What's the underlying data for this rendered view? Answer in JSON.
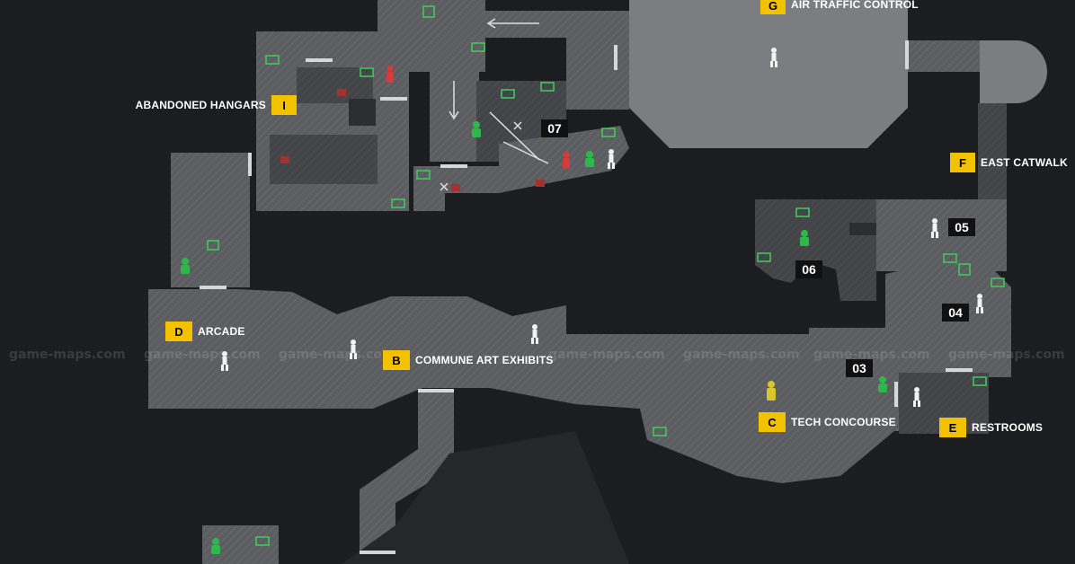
{
  "colors": {
    "background": "#1c1d20",
    "floor": "#5f6064",
    "floor_dark": "#46474b",
    "marker_yellow": "#f2c200",
    "enemy_green": "#2db84a",
    "enemy_red": "#d83a3a",
    "door": "#cfd2d6"
  },
  "watermark": "game-maps.com",
  "areas": [
    {
      "letter": "G",
      "name": "AIR TRAFFIC CONTROL"
    },
    {
      "letter": "I",
      "name": "ABANDONED HANGARS"
    },
    {
      "letter": "F",
      "name": "EAST CATWALK"
    },
    {
      "letter": "D",
      "name": "ARCADE"
    },
    {
      "letter": "B",
      "name": "COMMUNE ART EXHIBITS"
    },
    {
      "letter": "C",
      "name": "TECH CONCOURSE"
    },
    {
      "letter": "E",
      "name": "RESTROOMS"
    }
  ],
  "numbered_markers": [
    "07",
    "05",
    "06",
    "04",
    "03"
  ],
  "icons": {
    "survivor": "survivor-icon",
    "enemy": "enemy-icon",
    "crate": "ammo-crate-icon",
    "door": "door-icon"
  }
}
